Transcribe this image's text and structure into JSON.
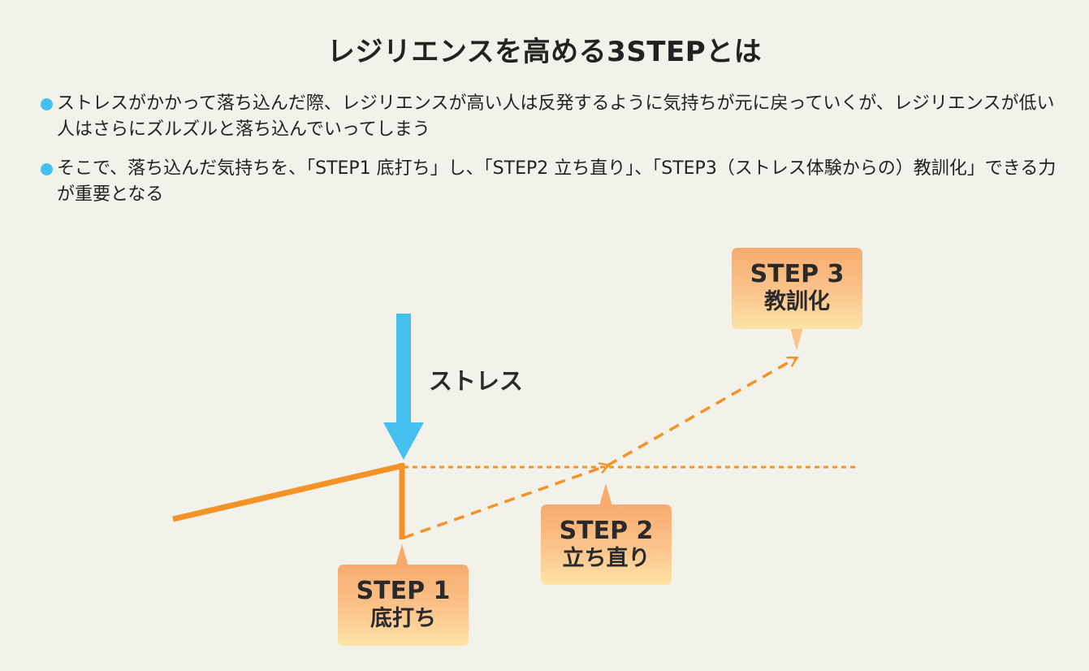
{
  "title": "レジリエンスを高める3STEPとは",
  "bullets": [
    "ストレスがかかって落ち込んだ際、レジリエンスが高い人は反発するように気持ちが元に戻っていくが、レジリエンスが低い人はさらにズルズルと落ち込んでいってしまう",
    "そこで、落ち込んだ気持ちを、「STEP1 底打ち」し、「STEP2 立ち直り」、「STEP3（ストレス体験からの）教訓化」できる力が重要となる"
  ],
  "diagram": {
    "stress_label": "ストレス",
    "steps": [
      {
        "name": "STEP 1",
        "desc": "底打ち"
      },
      {
        "name": "STEP 2",
        "desc": "立ち直り"
      },
      {
        "name": "STEP 3",
        "desc": "教訓化"
      }
    ],
    "colors": {
      "stress_arrow": "#46c0ee",
      "path": "#f39325",
      "bullet": "#46c0ee"
    }
  }
}
